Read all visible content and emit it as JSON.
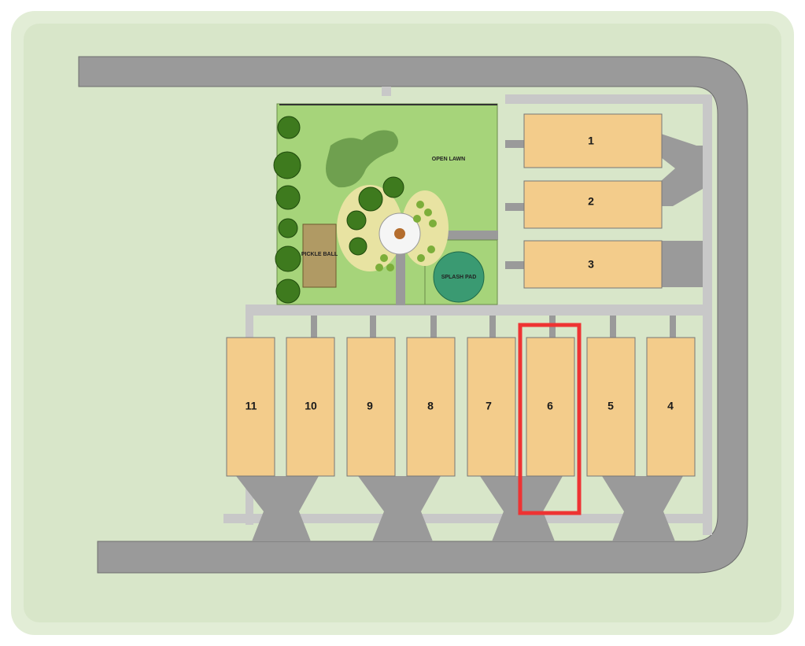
{
  "site_plan": {
    "amenities": {
      "open_lawn": "OPEN LAWN",
      "pickle_ball": "PICKLE BALL",
      "splash_pad": "SPLASH PAD"
    },
    "units": [
      {
        "id": "1",
        "label": "1"
      },
      {
        "id": "2",
        "label": "2"
      },
      {
        "id": "3",
        "label": "3"
      },
      {
        "id": "4",
        "label": "4"
      },
      {
        "id": "5",
        "label": "5"
      },
      {
        "id": "6",
        "label": "6"
      },
      {
        "id": "7",
        "label": "7"
      },
      {
        "id": "8",
        "label": "8"
      },
      {
        "id": "9",
        "label": "9"
      },
      {
        "id": "10",
        "label": "10"
      },
      {
        "id": "11",
        "label": "11"
      }
    ],
    "highlighted_unit": "6",
    "colors": {
      "background": "#dbe8cf",
      "road": "#9a9a9a",
      "unit": "#f3cc8b",
      "park": "#a6d47a",
      "highlight": "#ee3333",
      "splash_pad": "#3a9a72",
      "court": "#b09a64"
    }
  }
}
